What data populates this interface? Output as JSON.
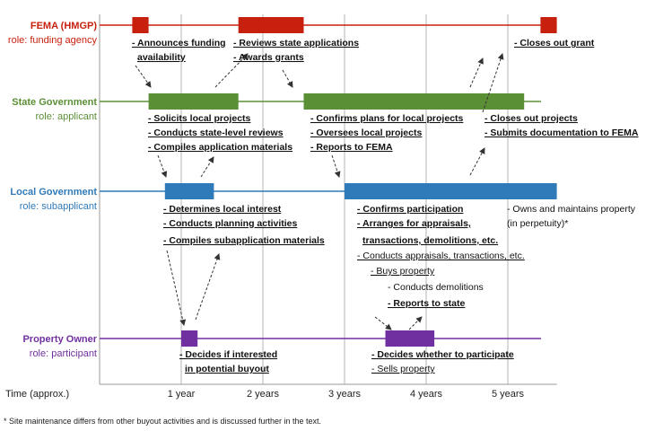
{
  "axis": {
    "label": "Time (approx.)",
    "ticks": [
      "1 year",
      "2 years",
      "3 years",
      "4 years",
      "5 years"
    ]
  },
  "lanes": [
    {
      "id": "fema",
      "title": "FEMA (HMGP)",
      "role": "role: funding agency",
      "color": "#c8200e",
      "bars": [
        [
          0.4,
          0.6
        ],
        [
          1.7,
          2.5
        ],
        [
          5.4,
          5.6
        ]
      ]
    },
    {
      "id": "state",
      "title": "State Government",
      "role": "role: applicant",
      "color": "#5b8f36",
      "bars": [
        [
          0.6,
          1.7
        ],
        [
          2.5,
          5.2
        ]
      ]
    },
    {
      "id": "local",
      "title": "Local Government",
      "role": "role: subapplicant",
      "color": "#2f7ab8",
      "bars": [
        [
          0.8,
          1.4
        ],
        [
          3.0,
          5.6
        ]
      ]
    },
    {
      "id": "owner",
      "title": "Property Owner",
      "role": "role: participant",
      "color": "#7030a0",
      "bars": [
        [
          1.0,
          1.2
        ],
        [
          3.5,
          4.1
        ]
      ]
    }
  ],
  "tasks": [
    {
      "text": "- Announces funding",
      "bold": true,
      "ul": true
    },
    {
      "text": "availability",
      "bold": true,
      "ul": true
    },
    {
      "text": "- Reviews state applications",
      "bold": true,
      "ul": true
    },
    {
      "text": "- Awards grants",
      "bold": true,
      "ul": true
    },
    {
      "text": "- Closes out grant",
      "bold": true,
      "ul": true
    },
    {
      "text": "- Solicits local projects",
      "bold": true,
      "ul": true
    },
    {
      "text": "- Conducts state-level reviews",
      "bold": true,
      "ul": true
    },
    {
      "text": "- Compiles application materials",
      "bold": true,
      "ul": true
    },
    {
      "text": "- Confirms plans for local projects",
      "bold": true,
      "ul": true
    },
    {
      "text": "- Oversees local projects",
      "bold": true,
      "ul": true
    },
    {
      "text": "- Reports to FEMA",
      "bold": true,
      "ul": true
    },
    {
      "text": "- Closes out projects",
      "bold": true,
      "ul": true
    },
    {
      "text": "- Submits documentation to FEMA",
      "bold": true,
      "ul": true
    },
    {
      "text": "- Determines local interest",
      "bold": true,
      "ul": true
    },
    {
      "text": "- Conducts planning activities",
      "bold": true,
      "ul": true
    },
    {
      "text": "- Compiles subapplication materials",
      "bold": true,
      "ul": true
    },
    {
      "text": "- Confirms participation",
      "bold": true,
      "ul": true
    },
    {
      "text": "- Arranges for appraisals,",
      "bold": true,
      "ul": true
    },
    {
      "text": "transactions, demolitions, etc.",
      "bold": true,
      "ul": true
    },
    {
      "text": "- Conducts appraisals, transactions, etc.",
      "bold": false,
      "ul": true
    },
    {
      "text": "- Buys property",
      "bold": false,
      "ul": true
    },
    {
      "text": "- Conducts demolitions",
      "bold": false,
      "ul": false
    },
    {
      "text": "- Reports to state",
      "bold": true,
      "ul": true
    },
    {
      "text": "- Owns and maintains property",
      "bold": false,
      "ul": false
    },
    {
      "text": "(in perpetuity)*",
      "bold": false,
      "ul": false
    },
    {
      "text": "- Decides if interested",
      "bold": true,
      "ul": true
    },
    {
      "text": "in potential buyout",
      "bold": true,
      "ul": true
    },
    {
      "text": "- Decides whether to participate",
      "bold": true,
      "ul": true
    },
    {
      "text": "- Sells property",
      "bold": false,
      "ul": true
    }
  ],
  "footnote": "* Site maintenance differs from other buyout activities and is discussed further in the text."
}
